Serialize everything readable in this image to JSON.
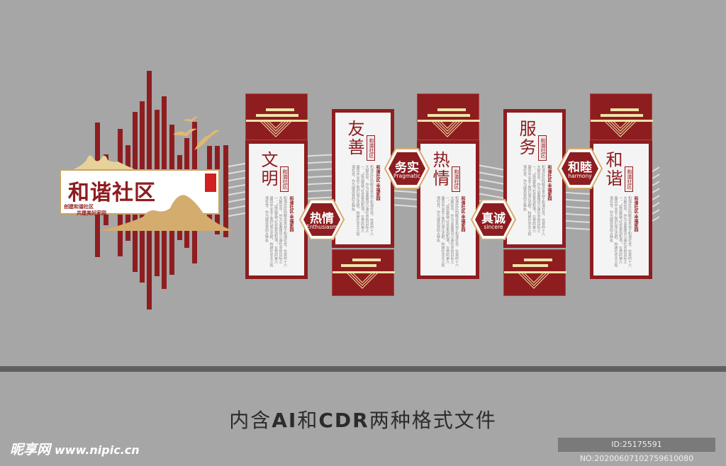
{
  "colors": {
    "background": "#a6a6a6",
    "brand_red": "#8e1d20",
    "gold": "#c9a462",
    "light_gold": "#efe4a8",
    "card_bg": "#f4f4f4",
    "bottom_bar": "#5f5f5f"
  },
  "sign": {
    "title": "和谐社区",
    "line1": "创建和谐社区",
    "line2": "共建美好家园",
    "stamp_icon": "red-seal-stamp"
  },
  "cards": [
    {
      "title": "文明",
      "seal": "和谐社区",
      "subtitle": "和谐社区 幸福家园",
      "body": "和谐社区的概念来自于和谐社会，在党的十六大报告中，作为全面建设小康社会的目标之一，“提出要使‘社会更加和谐’。在党的第六届四中全会上我们党正式把，构建社会主义和谐社会，作为提高党的五种执"
    },
    {
      "title": "友善",
      "seal": "和谐社区",
      "subtitle": "和谐社区 幸福家园",
      "body": "和谐社区的概念来自于和谐社会，在党的十六大报告中，作为全面建设小康社会的目标之一，“提出要使‘社会更加和谐’。在党的第六届四中全会上我们党正式把，构建社会主义和谐社会，作为提高党的五种执"
    },
    {
      "title": "热情",
      "seal": "和谐社区",
      "subtitle": "和谐社区 幸福家园",
      "body": "和谐社区的概念来自于和谐社会，在党的十六大报告中，作为全面建设小康社会的目标之一，“提出要使‘社会更加和谐’。在党的第六届四中全会上我们党正式把，构建社会主义和谐社会，作为提高党的五种执"
    },
    {
      "title": "服务",
      "seal": "和谐社区",
      "subtitle": "和谐社区 幸福家园",
      "body": "和谐社区的概念来自于和谐社会，在党的十六大报告中，作为全面建设小康社会的目标之一，“提出要使‘社会更加和谐’。在党的第六届四中全会上我们党正式把，构建社会主义和谐社会，作为提高党的五种执"
    },
    {
      "title": "和谐",
      "seal": "和谐社区",
      "subtitle": "和谐社区 幸福家园",
      "body": "和谐社区的概念来自于和谐社会，在党的十六大报告中，作为全面建设小康社会的目标之一，“提出要使‘社会更加和谐’。在党的第六届四中全会上我们党正式把，构建社会主义和谐社会，作为提高党的五种执"
    }
  ],
  "badges": [
    {
      "label": "热情",
      "en": "Enthusiasm"
    },
    {
      "label": "务实",
      "en": "Pragmatic"
    },
    {
      "label": "真诚",
      "en": "sincere"
    },
    {
      "label": "和睦",
      "en": "harmony"
    }
  ],
  "caption": {
    "part1": "内含",
    "part2": "AI",
    "part3": "和",
    "part4": "CDR",
    "part5": "两种格式文件"
  },
  "watermark": {
    "site_name": "昵享网",
    "url": "www.nipic.cn"
  },
  "id_label": "ID:25175591 NO:20200607102759610080"
}
